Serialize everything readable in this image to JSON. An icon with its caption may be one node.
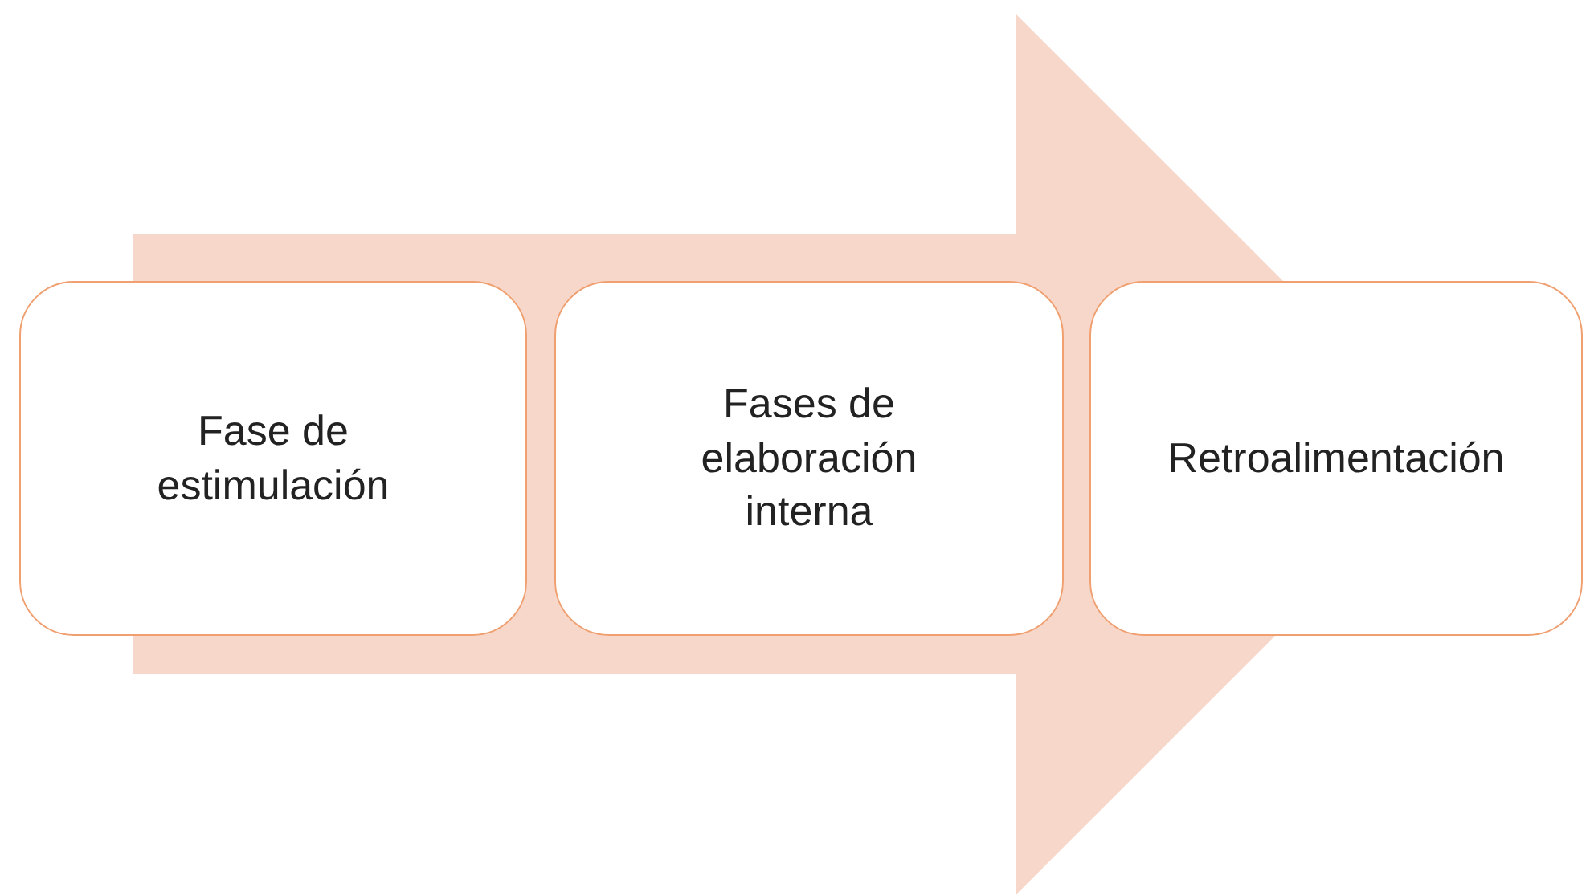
{
  "diagram": {
    "nodes": [
      {
        "text": [
          "Fase de estimulación"
        ]
      },
      {
        "text": [
          "Fases de elaboración interna"
        ]
      },
      {
        "text": [
          "Retroalimentación"
        ]
      }
    ],
    "edges": [
      {
        "from": 0,
        "to": 2,
        "arrow": "to",
        "style": "thick"
      }
    ]
  }
}
